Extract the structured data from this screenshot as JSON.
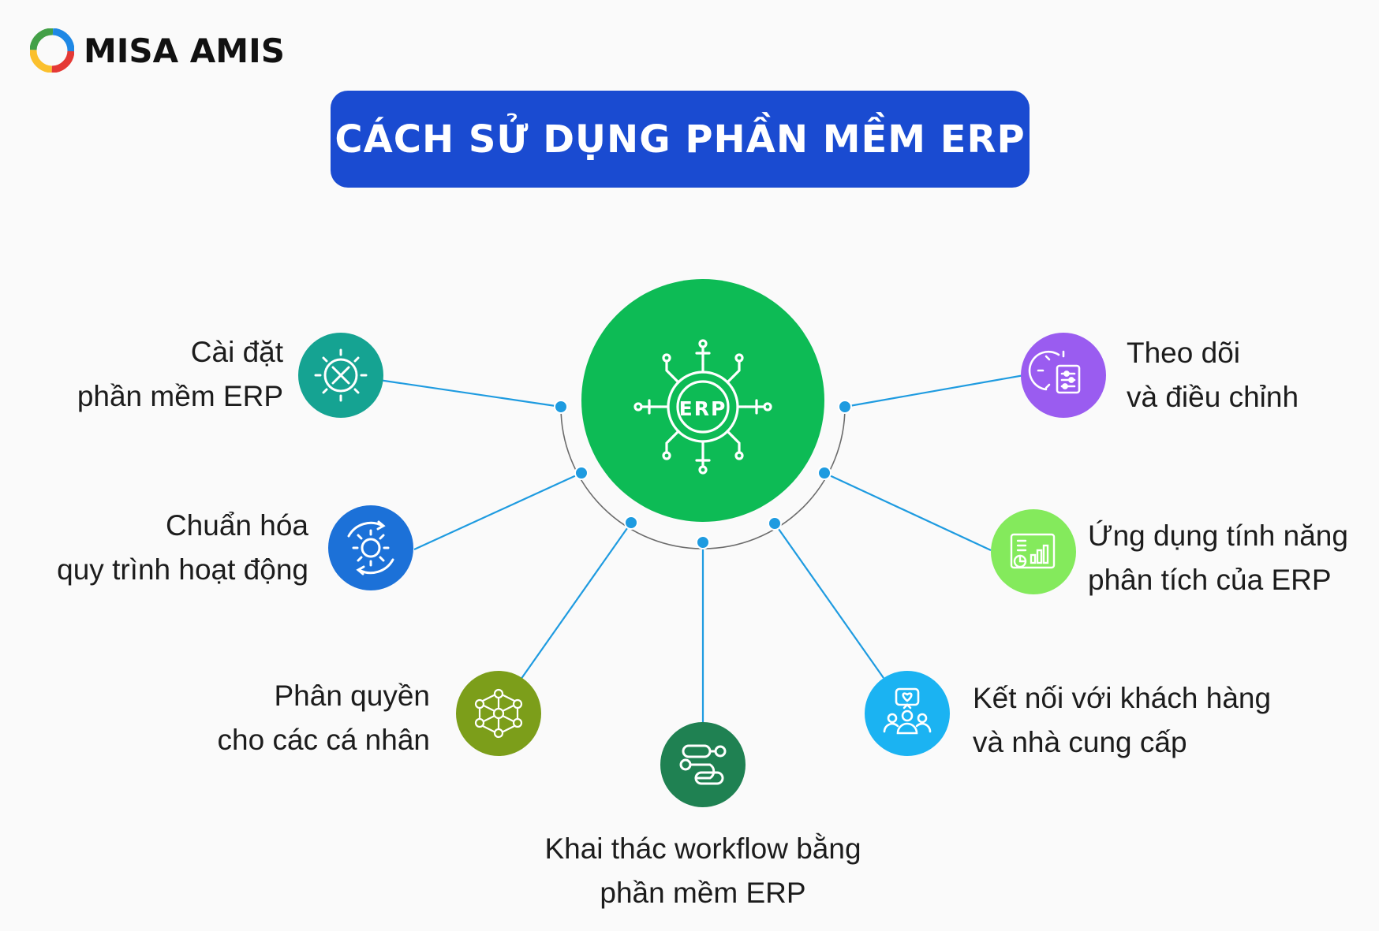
{
  "brand": {
    "name": "MISA AMIS"
  },
  "title": "CÁCH SỬ DỤNG PHẦN MỀM ERP",
  "center": {
    "label": "ERP",
    "color": "#0dbb55"
  },
  "nodes": [
    {
      "id": "install",
      "line1": "Cài đặt",
      "line2": "phần mềm ERP",
      "color": "#15a392",
      "icon": "gear-wrench-icon"
    },
    {
      "id": "standardize",
      "line1": "Chuẩn hóa",
      "line2": "quy trình hoạt động",
      "color": "#1c71d8",
      "icon": "process-cycle-icon"
    },
    {
      "id": "permission",
      "line1": "Phân quyền",
      "line2": "cho các cá nhân",
      "color": "#7c9e1a",
      "icon": "people-network-icon"
    },
    {
      "id": "workflow",
      "line1": "Khai thác workflow bằng",
      "line2": "phần mềm ERP",
      "color": "#1f8152",
      "icon": "workflow-icon"
    },
    {
      "id": "connect",
      "line1": "Kết nối với khách hàng",
      "line2": "và nhà cung cấp",
      "color": "#1bb3f2",
      "icon": "customer-group-icon"
    },
    {
      "id": "analytics",
      "line1": "Ứng dụng tính năng",
      "line2": "phân tích của ERP",
      "color": "#84ea5c",
      "icon": "analytics-dashboard-icon"
    },
    {
      "id": "monitor",
      "line1": "Theo dõi",
      "line2": "và điều chỉnh",
      "color": "#9a5cf0",
      "icon": "gear-settings-icon"
    }
  ]
}
